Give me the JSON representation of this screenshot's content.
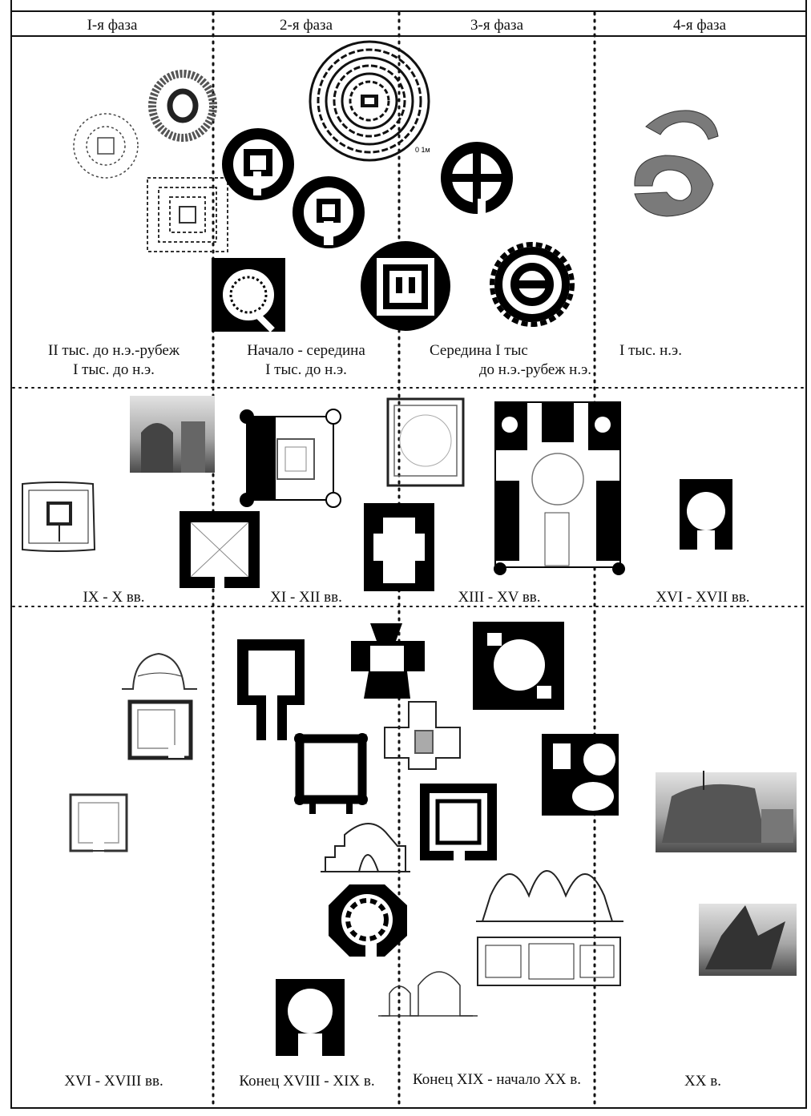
{
  "header": {
    "phases": [
      "I-я фаза",
      "2-я фаза",
      "3-я фаза",
      "4-я фаза"
    ]
  },
  "rows": [
    {
      "captions": [
        [
          "II тыс. до н.э.-рубеж",
          "I тыс. до н.э."
        ],
        [
          "Начало - середина",
          "I тыс. до н.э."
        ],
        [
          "Середина I тыс",
          "до н.э.-рубеж н.э."
        ],
        [
          "I тыс. н.э."
        ]
      ]
    },
    {
      "captions": [
        [
          "IX - X вв."
        ],
        [
          "XI - XII вв."
        ],
        [
          "XIII - XV вв."
        ],
        [
          "XVI - XVII вв."
        ]
      ]
    },
    {
      "captions": [
        [
          "XVI - XVIII вв."
        ],
        [
          "Конец XVIII - XIX в."
        ],
        [
          "Конец XIX - начало XX в."
        ],
        [
          "XX в."
        ]
      ]
    }
  ],
  "scale_note": "0 1м"
}
